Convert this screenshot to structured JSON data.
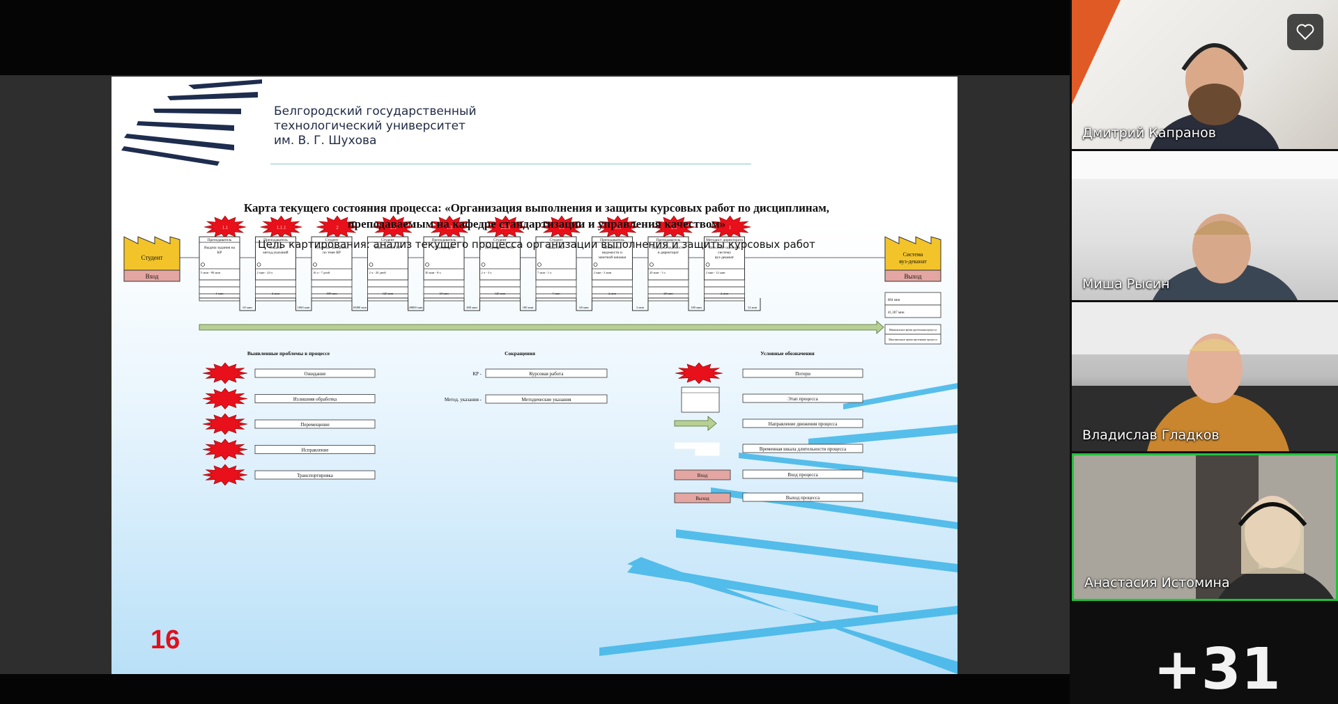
{
  "slide": {
    "university": [
      "Белгородский государственный",
      "технологический университет",
      "им. В. Г. Шухова"
    ],
    "title_line1": "Карта текущего состояния процесса: «Организация выполнения и защиты курсовых работ по дисциплинам,",
    "title_line2": "преподаваемым на кафедре стандартизации и управления качеством»",
    "subtitle": "Цель картирования: анализ текущего процесса организации выполнения и защиты курсовых работ",
    "page_number": "16",
    "start_box": {
      "label": "Студент",
      "tag": "Вход"
    },
    "end_box": {
      "label": "Система вуз-деканат",
      "tag": "Выход"
    },
    "steps": [
      {
        "role": "Преподаватель",
        "name": "Выдача задания на КР",
        "time": "5 мин - 90 мин",
        "burst": "1.1"
      },
      {
        "role": "Преподаватель",
        "name": "Выдача метод.указаний",
        "time": "2 мин - 24 ч",
        "burst": "1.1.1"
      },
      {
        "role": "Студент",
        "name": "Изучение материала по теме КР",
        "time": "16 ч - 7 дней",
        "burst": "2"
      },
      {
        "role": "Студент",
        "name": "Выполнение КР",
        "time": "2 ч - 20 дней",
        "burst": "2.1"
      },
      {
        "role": "Преподаватель",
        "name": "Проверка КР",
        "time": "30 мин - 8 ч",
        "burst": "1.3"
      },
      {
        "role": "Студент",
        "name": "Исправление в КР",
        "time": "2 ч - 3 ч",
        "burst": "2.2.1"
      },
      {
        "role": "Студент",
        "name": "Защита КР",
        "time": "7 мин - 1 ч",
        "burst": "1.1"
      },
      {
        "role": "Преподаватель",
        "name": "Заполнение ведомости и зачетной книжки студента",
        "time": "2 мин - 3 мин",
        "burst": "1.5"
      },
      {
        "role": "Преподаватель",
        "name": "Передача ведомости в директорат",
        "time": "20 мин - 1 ч",
        "burst": "1.5"
      },
      {
        "role": "Методист директората",
        "name": "Внесение оценки в систему вуз-деканат",
        "time": "2 мин - 12 мин",
        "burst": "1"
      }
    ],
    "timeline_top": [
      "1 мин",
      "2 мин",
      "480 мин",
      "120 мин",
      "30 мин",
      "120 мин",
      "7 мин",
      "2 мин",
      "20 мин",
      "2 мин"
    ],
    "timeline_bottom": [
      "65 мин",
      "1060 мин",
      "10080 мин",
      "28800 мин",
      "480 мин",
      "180 мин",
      "60 мин",
      "3 мин",
      "180 мин",
      "12 мин"
    ],
    "timeline_totals": [
      "804 мин",
      "41,307 мин"
    ],
    "timeline_notes": [
      "Минимальное время протекания процесса",
      "Максимальное время протекания процесса"
    ],
    "problems_title": "Выявленные проблемы в процессе",
    "problems": [
      "Ожидание",
      "Излишняя обработка",
      "Перемещение",
      "Исправление",
      "Транспортировка"
    ],
    "abbr_title": "Сокращения",
    "abbr": [
      {
        "key": "КР -",
        "value": "Курсовая работа"
      },
      {
        "key": "Метод. указания -",
        "value": "Методические указания"
      }
    ],
    "legend_title": "Условные обозначения",
    "legend": [
      "Потери",
      "Этап процесса",
      "Направление движения процесса",
      "Временная шкала длительности процесса",
      "Вход процесса",
      "Выход процесса"
    ],
    "legend_tags": [
      "Вход",
      "Выход"
    ]
  },
  "participants": [
    {
      "name": "Дмитрий Капранов"
    },
    {
      "name": "Миша Рысин"
    },
    {
      "name": "Владислав Гладков"
    },
    {
      "name": "Анастасия Истомина",
      "active": true
    }
  ],
  "more_count": "+31",
  "colors": {
    "burst": "#e8101a",
    "page_number": "#e0101a",
    "active_speaker": "#23c13b",
    "factory": "#f3c42a",
    "io_tag": "#e4a6a2",
    "arrow": "#b8cf94"
  }
}
